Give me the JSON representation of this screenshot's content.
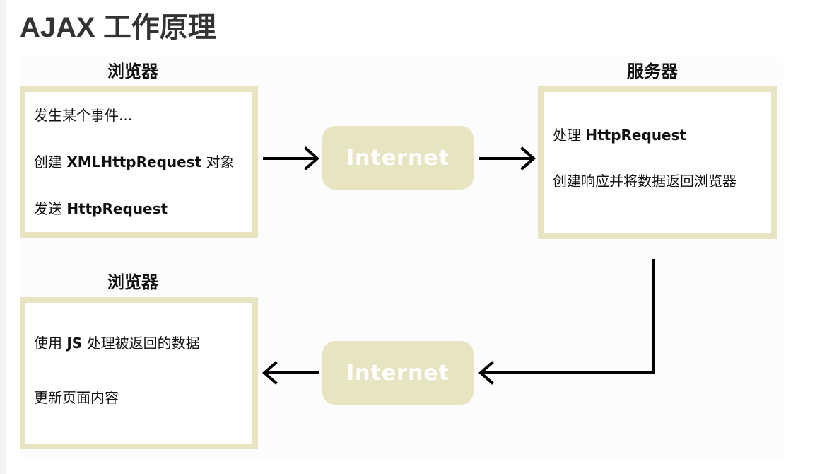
{
  "title": "AJAX 工作原理",
  "browser_top": {
    "heading": "浏览器",
    "line1": "发生某个事件...",
    "line2_prefix": "创建 ",
    "line2_bold": "XMLHttpRequest",
    "line2_suffix": " 对象",
    "line3_prefix": "发送 ",
    "line3_bold": "HttpRequest"
  },
  "server": {
    "heading": "服务器",
    "line1_prefix": "处理 ",
    "line1_bold": "HttpRequest",
    "line2": "创建响应并将数据返回浏览器"
  },
  "browser_bottom": {
    "heading": "浏览器",
    "line1_prefix": "使用 ",
    "line1_bold": "JS",
    "line1_suffix": " 处理被返回的数据",
    "line2": "更新页面内容"
  },
  "internet_top": "Internet",
  "internet_bottom": "Internet",
  "colors": {
    "box_border": "#e7e5c1",
    "pill_fill": "#e7e5c1",
    "arrow": "#000000",
    "title_text": "#333333"
  }
}
